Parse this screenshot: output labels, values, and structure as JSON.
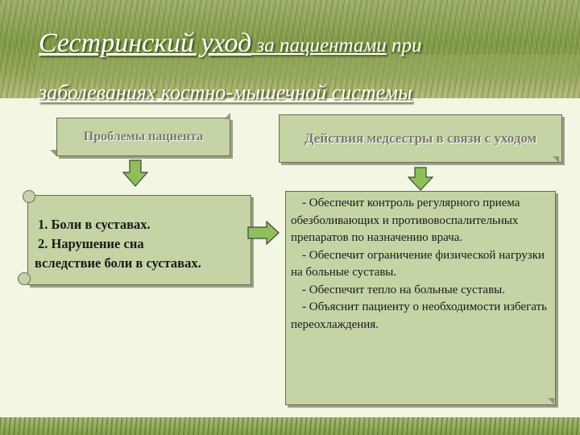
{
  "slide": {
    "title_line1_part1": "Сестринский уход",
    "title_line1_part2": " за пациентами",
    "title_line1_part3": " при",
    "title_line2": "заболеваниях костно-мышечной системы"
  },
  "left_column": {
    "header": "Проблемы пациента",
    "items": [
      "1. Боли в суставах.",
      "2. Нарушение сна",
      "вследствие боли в суставах."
    ]
  },
  "right_column": {
    "header": "Действия медсестры в связи с уходом",
    "items": [
      "- Обеспечит контроль регулярного приема обезболивающих и противовоспалительных препаратов по назначению врача.",
      "- Обеспечит ограничение физической нагрузки на больные суставы.",
      "- Обеспечит тепло на больные суставы.",
      "- Объяснит пациенту о необходимости избегать переохлаждения."
    ]
  },
  "colors": {
    "box_fill": "#c4d4a4",
    "arrow_fill": "#8fbf5a",
    "background": "#f4f6e4"
  },
  "icons": {
    "arrow_down": "arrow-down-icon",
    "arrow_right": "arrow-right-icon"
  }
}
